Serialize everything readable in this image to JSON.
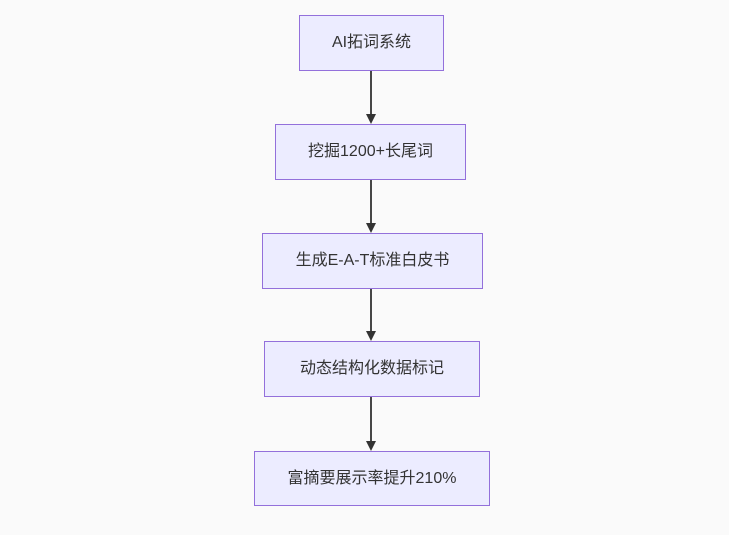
{
  "diagram": {
    "type": "flowchart-vertical",
    "nodes": [
      {
        "id": "n1",
        "label": "AI拓词系统"
      },
      {
        "id": "n2",
        "label": "挖掘1200+长尾词"
      },
      {
        "id": "n3",
        "label": "生成E-A-T标准白皮书"
      },
      {
        "id": "n4",
        "label": "动态结构化数据标记"
      },
      {
        "id": "n5",
        "label": "富摘要展示率提升210%"
      }
    ],
    "edges": [
      {
        "from": "n1",
        "to": "n2",
        "arrow": "down"
      },
      {
        "from": "n2",
        "to": "n3",
        "arrow": "down"
      },
      {
        "from": "n3",
        "to": "n4",
        "arrow": "down"
      },
      {
        "from": "n4",
        "to": "n5",
        "arrow": "down"
      }
    ],
    "colors": {
      "background": "#fafafa",
      "node_fill": "#ececff",
      "node_border": "#9370db",
      "text": "#333333",
      "arrow": "#333333"
    }
  }
}
